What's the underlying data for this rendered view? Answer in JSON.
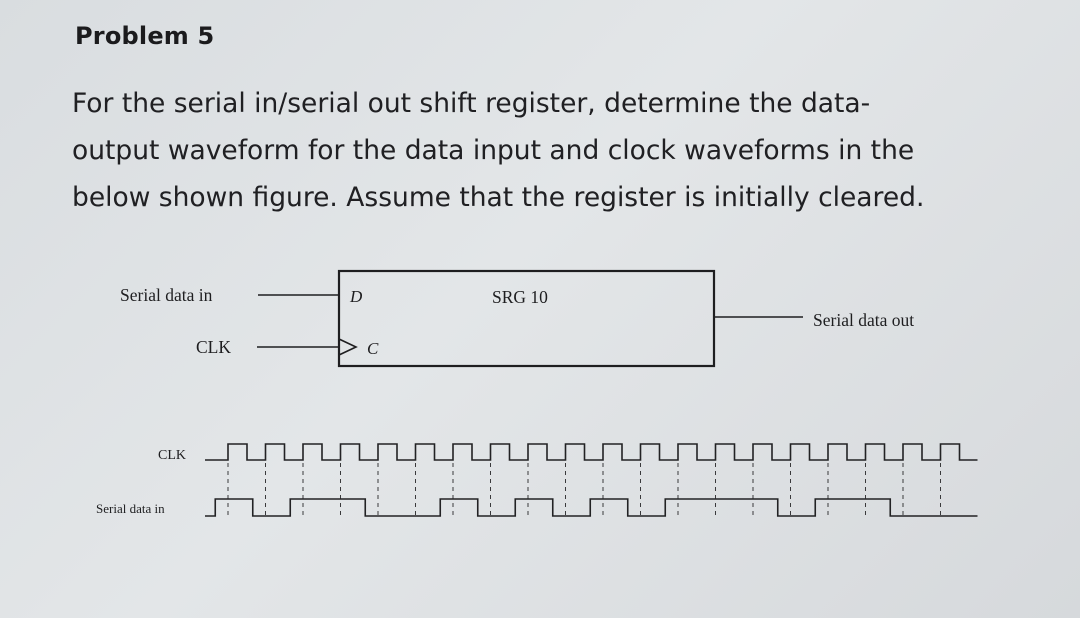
{
  "problem": {
    "title": "Problem 5",
    "prompt_lines": [
      "For the serial in/serial out shift register, determine the data-",
      "output waveform for the data input and clock waveforms in the",
      "below shown figure. Assume that the register is initially cleared."
    ]
  },
  "block_diagram": {
    "input_data_label": "Serial data in",
    "input_clk_label": "CLK",
    "register_name": "SRG 10",
    "pin_d": "D",
    "pin_c": "C",
    "output_label": "Serial data out"
  },
  "timing_diagram": {
    "clk_label": "CLK",
    "data_label": "Serial data in",
    "clock_pulses": 20,
    "serial_data_in_bits": [
      1,
      0,
      1,
      1,
      0,
      0,
      1,
      0,
      1,
      0,
      1,
      0,
      1,
      1,
      1,
      0,
      1,
      1,
      0,
      0
    ]
  },
  "colors": {
    "paper": "#dfe2e4",
    "ink": "#1c1c1e"
  }
}
